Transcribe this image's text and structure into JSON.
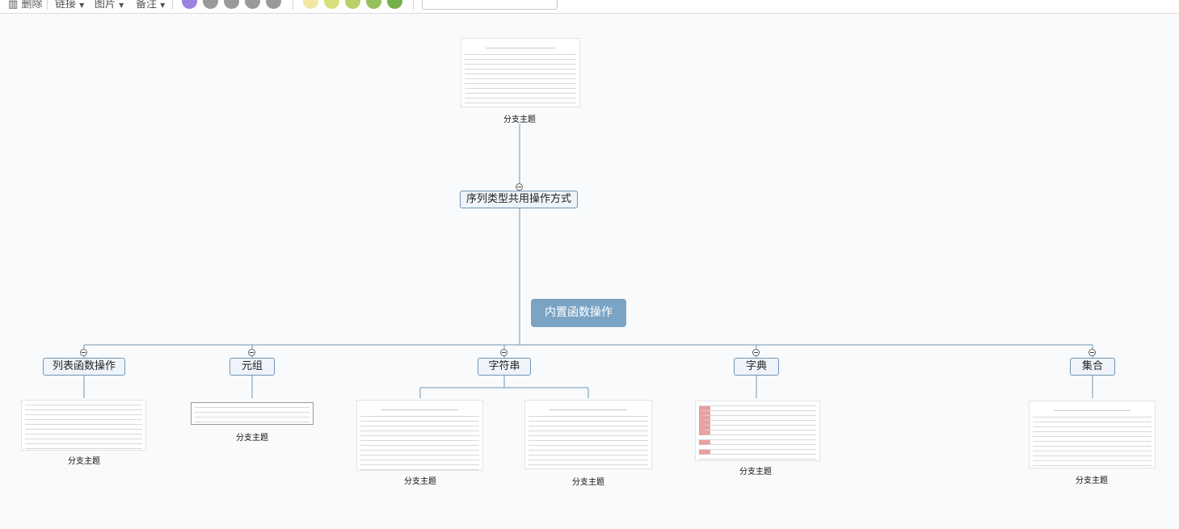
{
  "toolbar": {
    "items": [
      "删除",
      "链接",
      "图片",
      "备注"
    ],
    "chevron": "chevron-down-icon",
    "priority_colors": [
      "#9b83e0",
      "#9a9a9a",
      "#9a9a9a",
      "#9a9a9a",
      "#9a9a9a"
    ],
    "progress_colors": [
      "#f3e7a6",
      "#d6e07a",
      "#b7d06a",
      "#95c15a",
      "#74b14a"
    ]
  },
  "mindmap": {
    "root": "内置函数操作",
    "top_branch": {
      "label": "序列类型共用操作方式",
      "child_caption": "分支主题"
    },
    "branches": [
      {
        "label": "列表函数操作",
        "captions": [
          "分支主题"
        ]
      },
      {
        "label": "元组",
        "captions": [
          "分支主题"
        ]
      },
      {
        "label": "字符串",
        "captions": [
          "分支主题",
          "分支主题"
        ]
      },
      {
        "label": "字典",
        "captions": [
          "分支主题"
        ]
      },
      {
        "label": "集合",
        "captions": [
          "分支主题"
        ]
      }
    ]
  },
  "colors": {
    "line": "#6f95b6",
    "root_bg": "#7aa3c4",
    "node_bg": "#eef4f9"
  }
}
